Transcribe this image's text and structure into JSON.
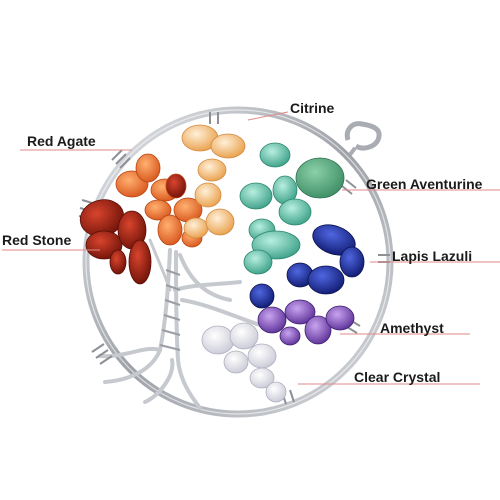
{
  "labels": {
    "red_agate": "Red Agate",
    "citrine": "Citrine",
    "green_aventurine": "Green Aventurine",
    "red_stone": "Red Stone",
    "lapis_lazuli": "Lapis Lazuli",
    "amethyst": "Amethyst",
    "clear_crystal": "Clear Crystal"
  },
  "colors": {
    "background": "#ffffff",
    "wire": "#b9bcc1",
    "leader_line": "#e08a8a",
    "label_text": "#1a1a1a",
    "red_agate": "#e3672a",
    "citrine": "#f0b060",
    "green_aventurine": "#6cc7b0",
    "red_stone": "#8e1a10",
    "lapis_lazuli": "#1f2f9a",
    "amethyst": "#7a4fb0",
    "clear_crystal": "#eeeef4"
  }
}
